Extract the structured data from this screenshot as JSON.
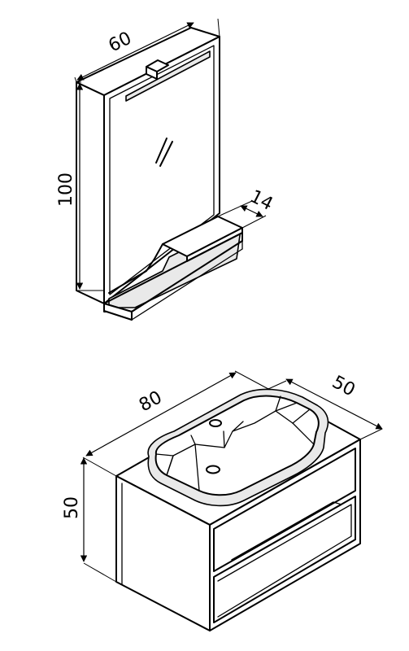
{
  "mirror": {
    "width_label": "60",
    "height_label": "100",
    "shelf_depth_label": "14"
  },
  "cabinet": {
    "width_label": "80",
    "depth_label": "50",
    "height_label": "50"
  }
}
